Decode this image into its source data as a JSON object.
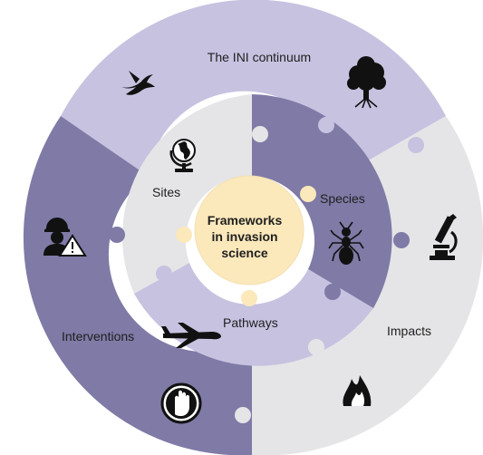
{
  "diagram": {
    "center": {
      "line1": "Frameworks",
      "line2": "in invasion",
      "line3": "science"
    },
    "outer_ring": {
      "labels": {
        "continuum": "The INI continuum",
        "impacts": "Impacts",
        "interventions": "Interventions"
      }
    },
    "inner_ring": {
      "labels": {
        "sites": "Sites",
        "species": "Species",
        "pathways": "Pathways"
      }
    },
    "icons": [
      "bird-icon",
      "tree-icon",
      "globe-icon",
      "ant-icon",
      "microscope-icon",
      "worker-warning-icon",
      "airplane-icon",
      "fire-icon",
      "stop-hand-icon"
    ],
    "colors": {
      "light_lavender": "#c6c2e0",
      "dark_purple": "#7f7aa6",
      "light_gray": "#e5e5e7",
      "center_fill": "#fbe8bb",
      "center_stroke": "#f3dfb0"
    }
  }
}
